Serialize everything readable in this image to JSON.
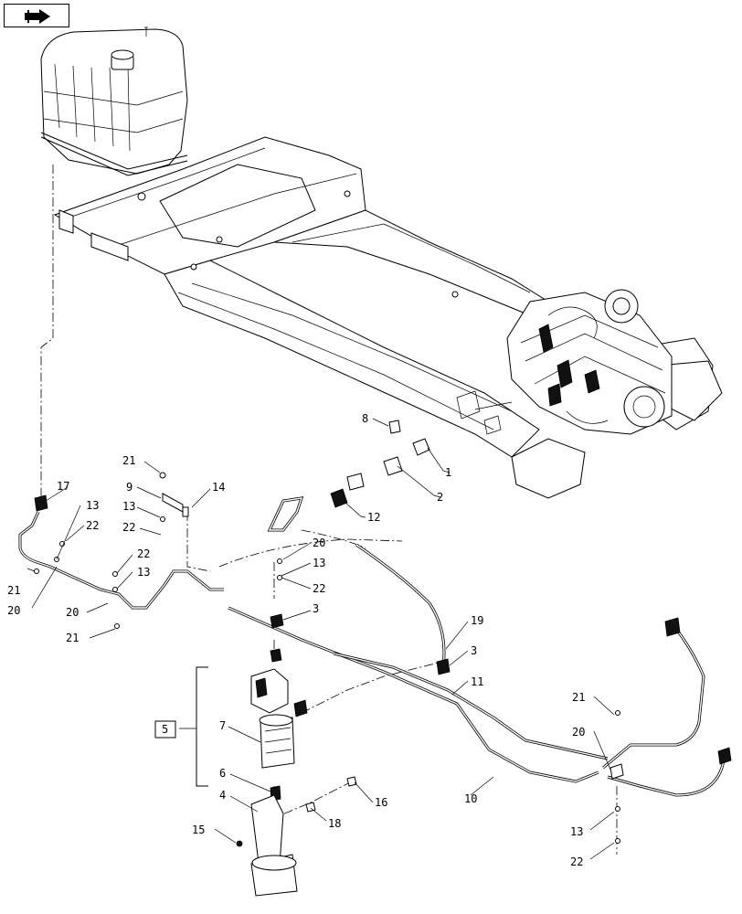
{
  "nav": {
    "icon": "arrow-return-icon"
  },
  "callouts": {
    "c1": "1",
    "c2": "2",
    "c3a": "3",
    "c3b": "3",
    "c4": "4",
    "c5": "5",
    "c6": "6",
    "c7": "7",
    "c8": "8",
    "c9": "9",
    "c10": "10",
    "c11": "11",
    "c12": "12",
    "c13a": "13",
    "c13b": "13",
    "c13c": "13",
    "c13d": "13",
    "c13e": "13",
    "c14": "14",
    "c15": "15",
    "c16": "16",
    "c17": "17",
    "c18": "18",
    "c19": "19",
    "c20a": "20",
    "c20b": "20",
    "c20c": "20",
    "c20d": "20",
    "c21a": "21",
    "c21b": "21",
    "c21c": "21",
    "c21d": "21",
    "c22a": "22",
    "c22b": "22",
    "c22c": "22",
    "c22d": "22"
  }
}
